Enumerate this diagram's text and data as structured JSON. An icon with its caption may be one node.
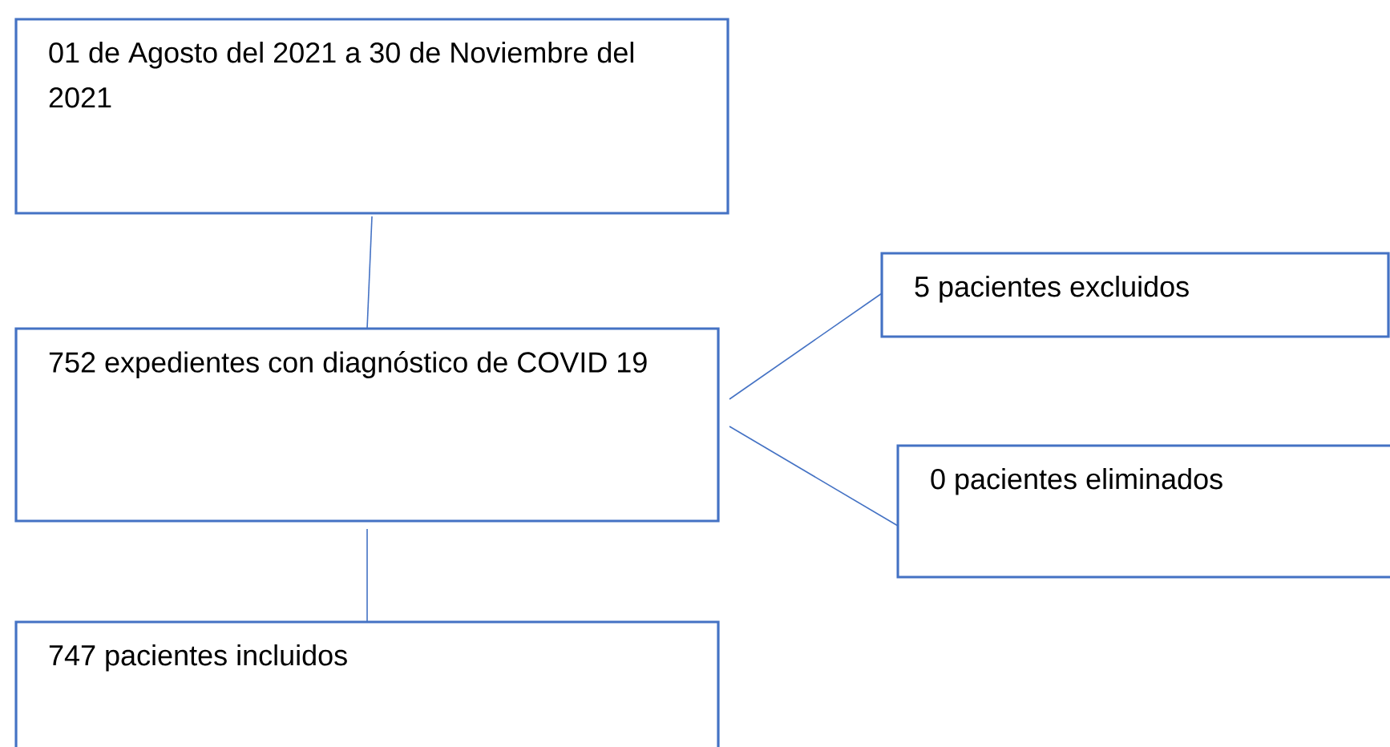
{
  "diagram": {
    "nodes": [
      {
        "text": [
          "01 de Agosto del 2021 a 30 de Noviembre del 2021"
        ]
      },
      {
        "text": [
          "752 expedientes con diagnóstico de COVID 19"
        ]
      },
      {
        "text": [
          "747 pacientes incluidos"
        ]
      },
      {
        "text": [
          "5 pacientes excluidos"
        ]
      },
      {
        "text": [
          "0 pacientes eliminados"
        ]
      }
    ],
    "edges": [
      {
        "from": 0,
        "to": 1,
        "arrow": "none"
      },
      {
        "from": 1,
        "to": 2,
        "arrow": "none"
      },
      {
        "from": 1,
        "to": 3,
        "arrow": "none"
      },
      {
        "from": 1,
        "to": 4,
        "arrow": "none"
      }
    ]
  }
}
